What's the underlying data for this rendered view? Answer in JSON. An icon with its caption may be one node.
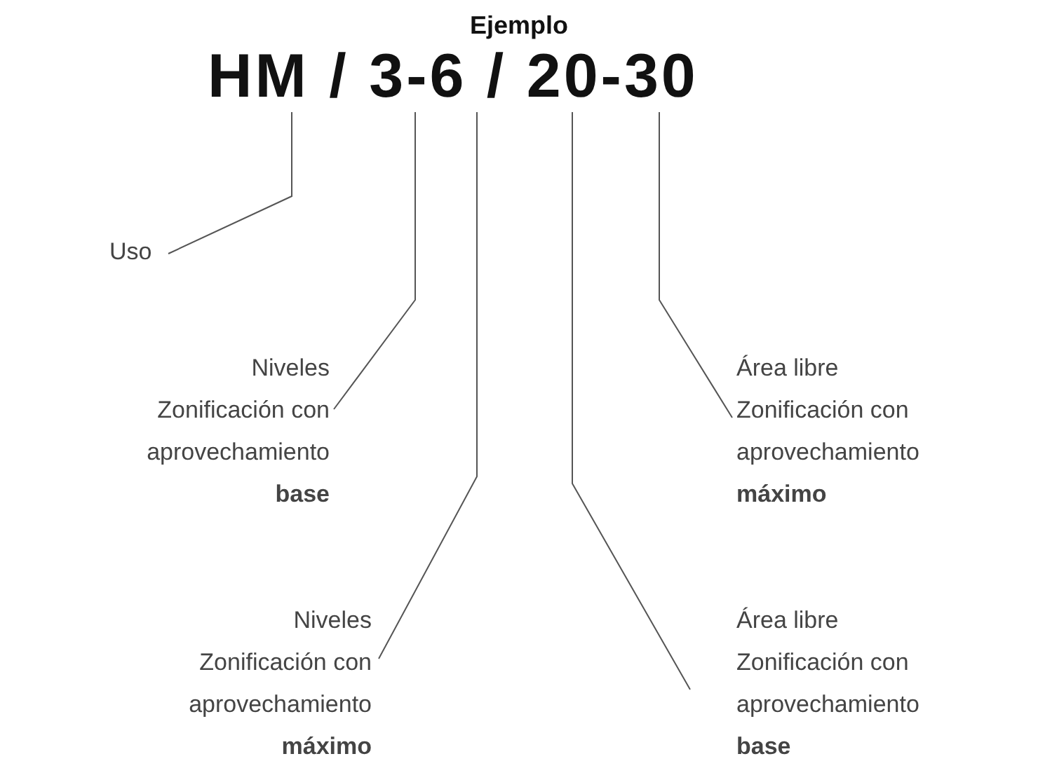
{
  "diagram": {
    "title": "Ejemplo",
    "nodes": [
      {
        "text": [
          "HM / 3-6 / 20-30"
        ]
      },
      {
        "text": [
          "Uso"
        ]
      },
      {
        "text": [
          "Niveles Zonificación con aprovechamiento **base**"
        ]
      },
      {
        "text": [
          "Área libre Zonificación con aprovechamiento **máximo**"
        ]
      },
      {
        "text": [
          "Niveles Zonificación con aprovechamiento **máximo**"
        ]
      },
      {
        "text": [
          "Área libre Zonificación con aprovechamiento **base**"
        ]
      }
    ],
    "edges": [
      {
        "from": 1,
        "to": 0,
        "arrow": "none"
      },
      {
        "from": 2,
        "to": 0,
        "arrow": "none"
      },
      {
        "from": 3,
        "to": 0,
        "arrow": "none"
      },
      {
        "from": 4,
        "to": 0,
        "arrow": "none"
      },
      {
        "from": 5,
        "to": 0,
        "arrow": "none"
      }
    ]
  }
}
